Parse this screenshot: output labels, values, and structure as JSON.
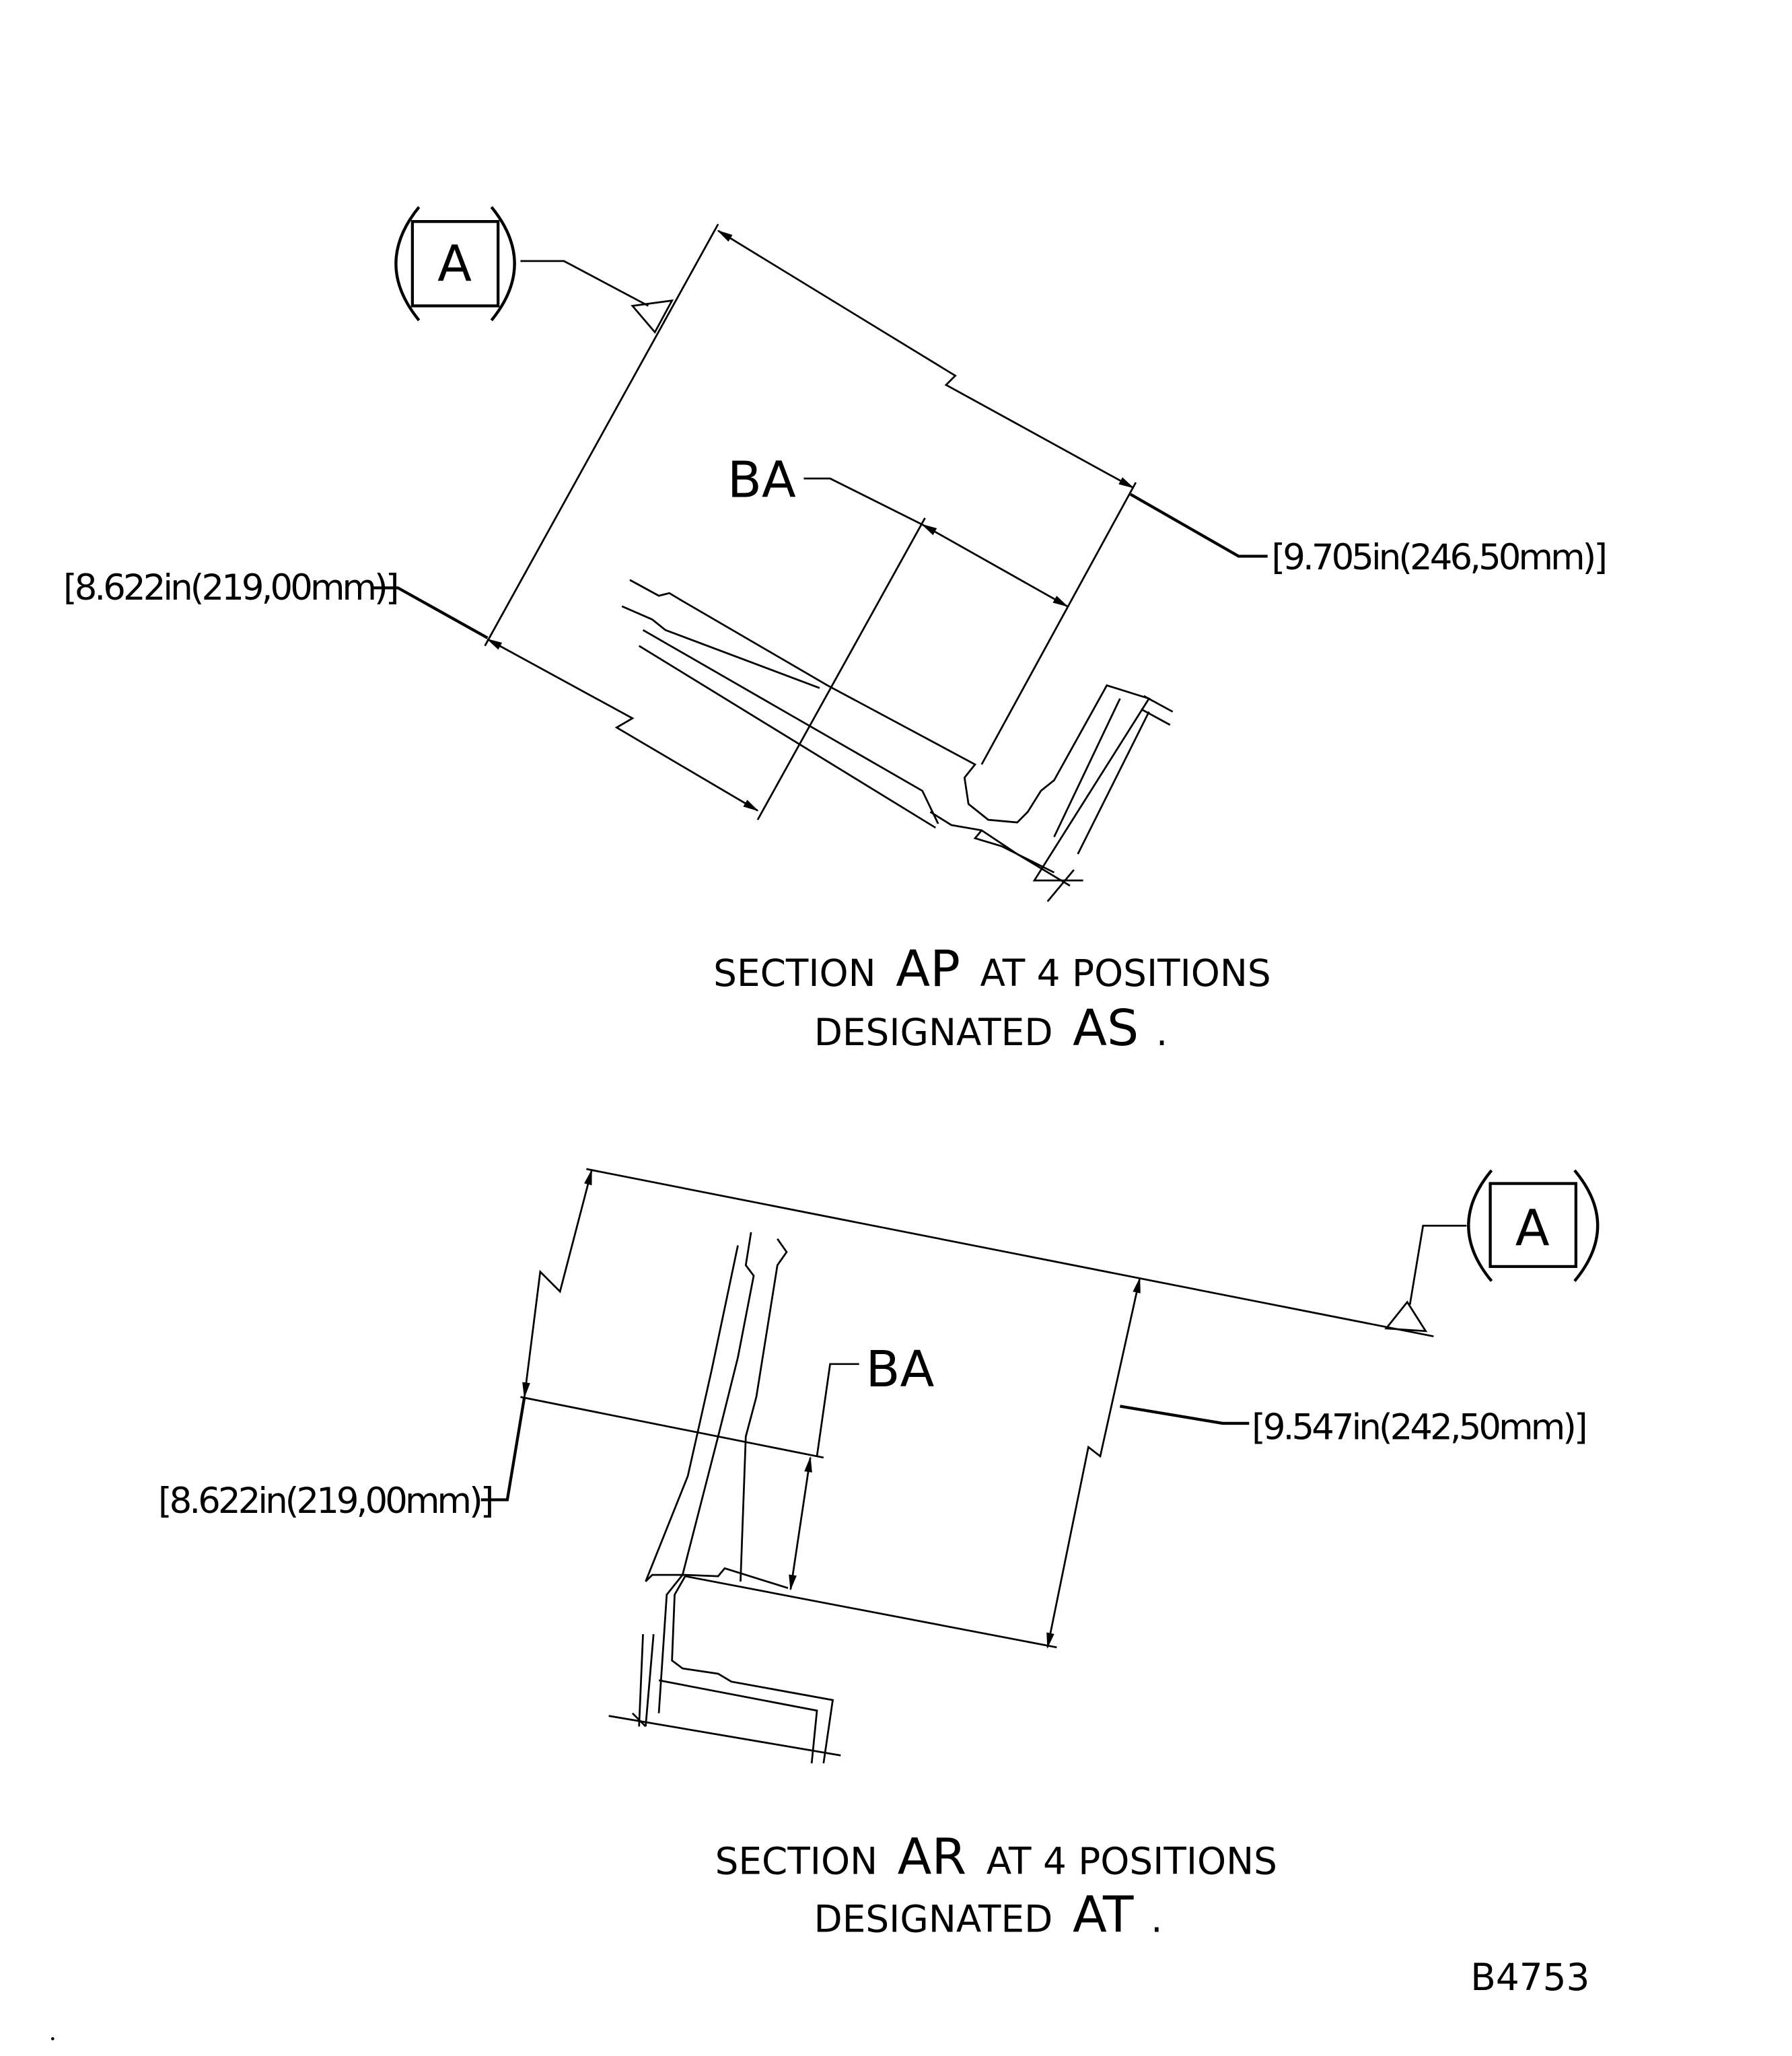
{
  "top_section": {
    "datum_label": "A",
    "feature_label": "BA",
    "dim_left": "[8.622in(219,00mm)]",
    "dim_right": "[9.705in(246,50mm)]",
    "caption_line1": {
      "pre": "SECTION",
      "id": "AP",
      "post": "AT 4 POSITIONS"
    },
    "caption_line2": {
      "pre": "DESIGNATED",
      "id": "AS",
      "post": "."
    }
  },
  "bottom_section": {
    "datum_label": "A",
    "feature_label": "BA",
    "dim_left": "[8.622in(219,00mm)]",
    "dim_right": "[9.547in(242,50mm)]",
    "caption_line1": {
      "pre": "SECTION",
      "id": "AR",
      "post": "AT 4 POSITIONS"
    },
    "caption_line2": {
      "pre": "DESIGNATED",
      "id": "AT",
      "post": "."
    }
  },
  "figure_id": "B4753"
}
